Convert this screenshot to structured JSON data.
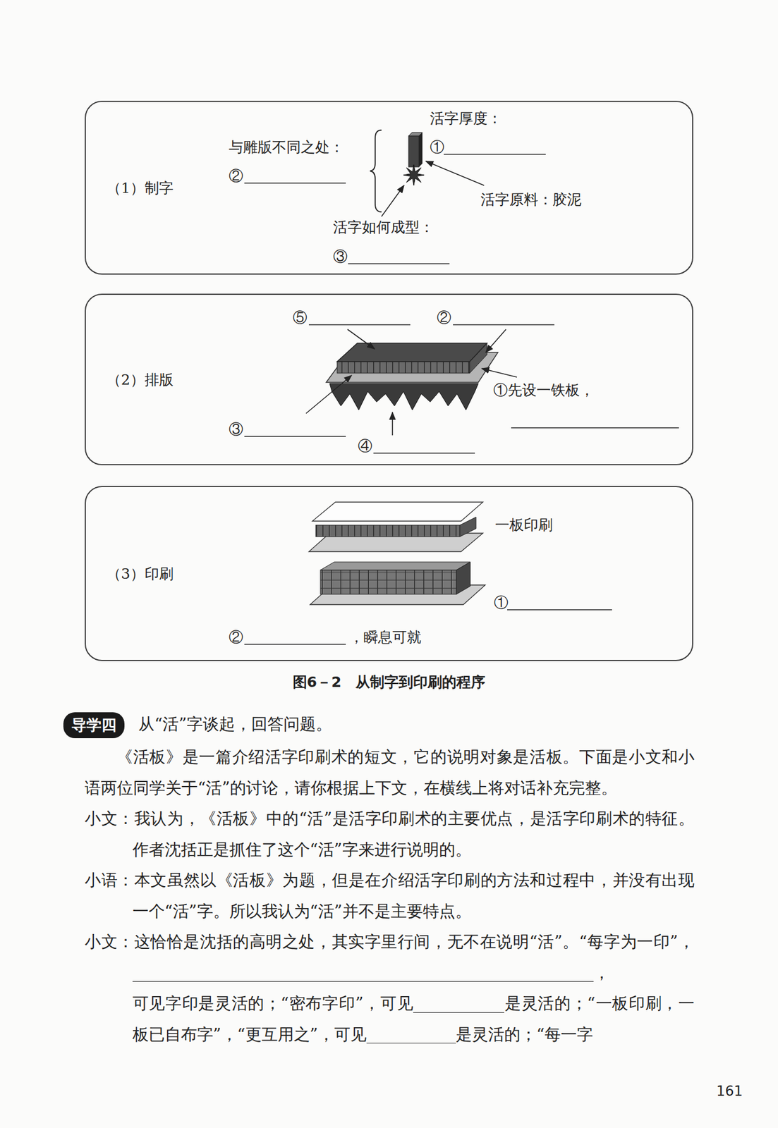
{
  "diagram": {
    "caption": "图6－2　从制字到印刷的程序",
    "nodes": [
      {
        "text": [
          "（1）制字"
        ]
      },
      {
        "text": [
          "（2）排版"
        ]
      },
      {
        "text": [
          "（3）印刷"
        ]
      },
      {
        "text": [
          "导学四"
        ]
      }
    ],
    "labels": [
      "活字厚度：",
      "与雕版不同之处：",
      "①",
      "②",
      "活字原料：胶泥",
      "活字如何成型：",
      "③",
      "⑤",
      "②",
      "①先设一铁板，",
      "③",
      "④",
      "一板印刷",
      "①",
      "②",
      "，瞬息可就",
      "从“活”字谈起，回答问题。",
      "《活板》是一篇介绍活字印刷术的短文，它的说明对象是活板。下面是小文和小语两位同学关于“活”的讨论，请你根据上下文，在横线上将对话补充完整。",
      "小文：我认为，《活板》中的“活”是活字印刷术的主要优点，是活字印刷术的特征。作者沈括正是抓住了这个“活”字来进行说明的。",
      "小语：本文虽然以《活板》为题，但是在介绍活字印刷的方法和过程中，并没有出现一个“活”字。所以我认为“活”并不是主要特点。",
      "小文：这恰恰是沈括的高明之处，其实字里行间，无不在说明“活”。“每字为一印”，",
      "，",
      "可见字印是灵活的；“密布字印”，可见",
      "是灵活的；“一板印刷，一板已自布字”，“更互用之”，可见",
      "是灵活的；“每一字",
      "161"
    ]
  }
}
